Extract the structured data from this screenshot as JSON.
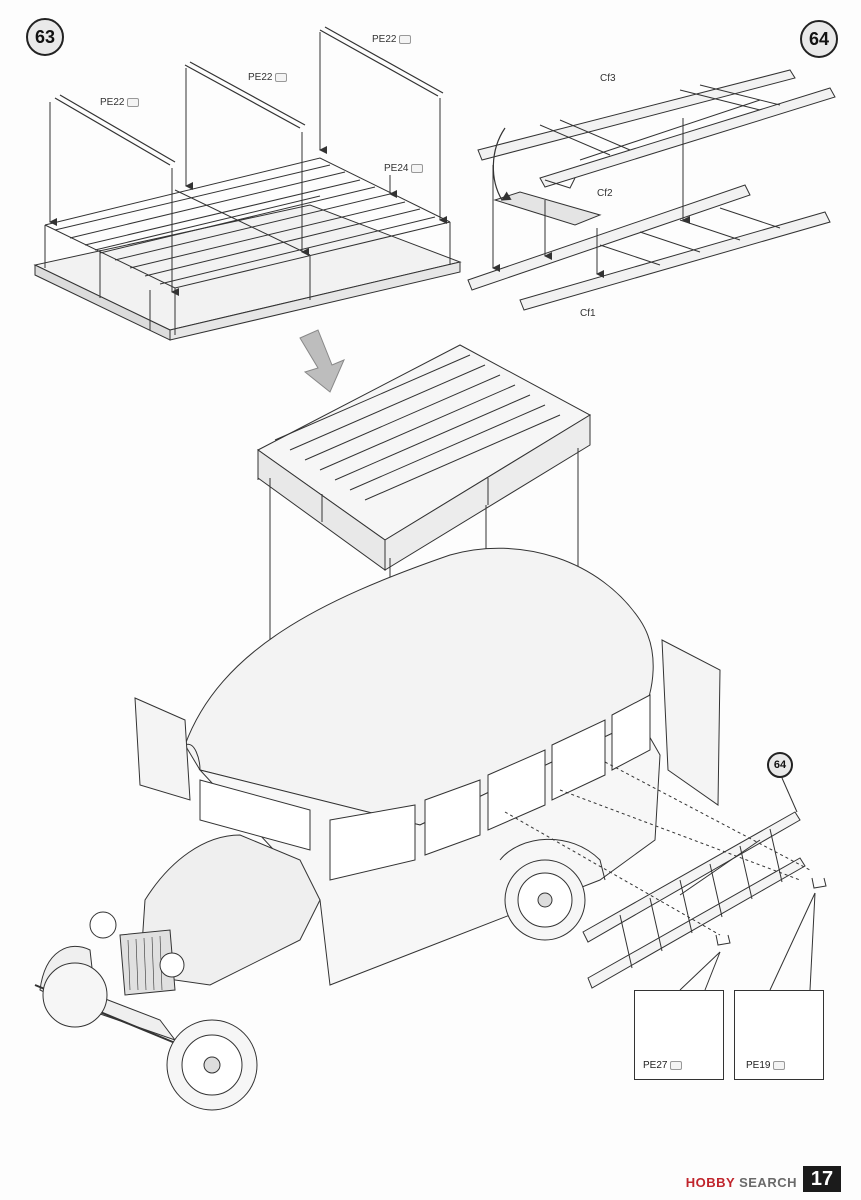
{
  "steps": {
    "step63": "63",
    "step64": "64",
    "step64_ref": "64"
  },
  "parts": {
    "pe22_a": "PE22",
    "pe22_b": "PE22",
    "pe22_c": "PE22",
    "pe24": "PE24",
    "cf3": "Cf3",
    "cf2": "Cf2",
    "cf1": "Cf1",
    "pe27": "PE27",
    "pe19": "PE19"
  },
  "footer": {
    "watermark_brand": "HOBBY",
    "watermark_rest": "SEARCH",
    "page_number": "17"
  },
  "icons": [
    "pe-etch-icon",
    "arrow-down-icon",
    "rotate-arrow-icon"
  ],
  "colors": {
    "line": "#333333",
    "fill_light": "#f2f2f2",
    "fill_mid": "#dcdcdc",
    "badge": "#e9e9e9",
    "page_number_bg": "#1b1b1b",
    "brand_red": "#c0242b"
  }
}
